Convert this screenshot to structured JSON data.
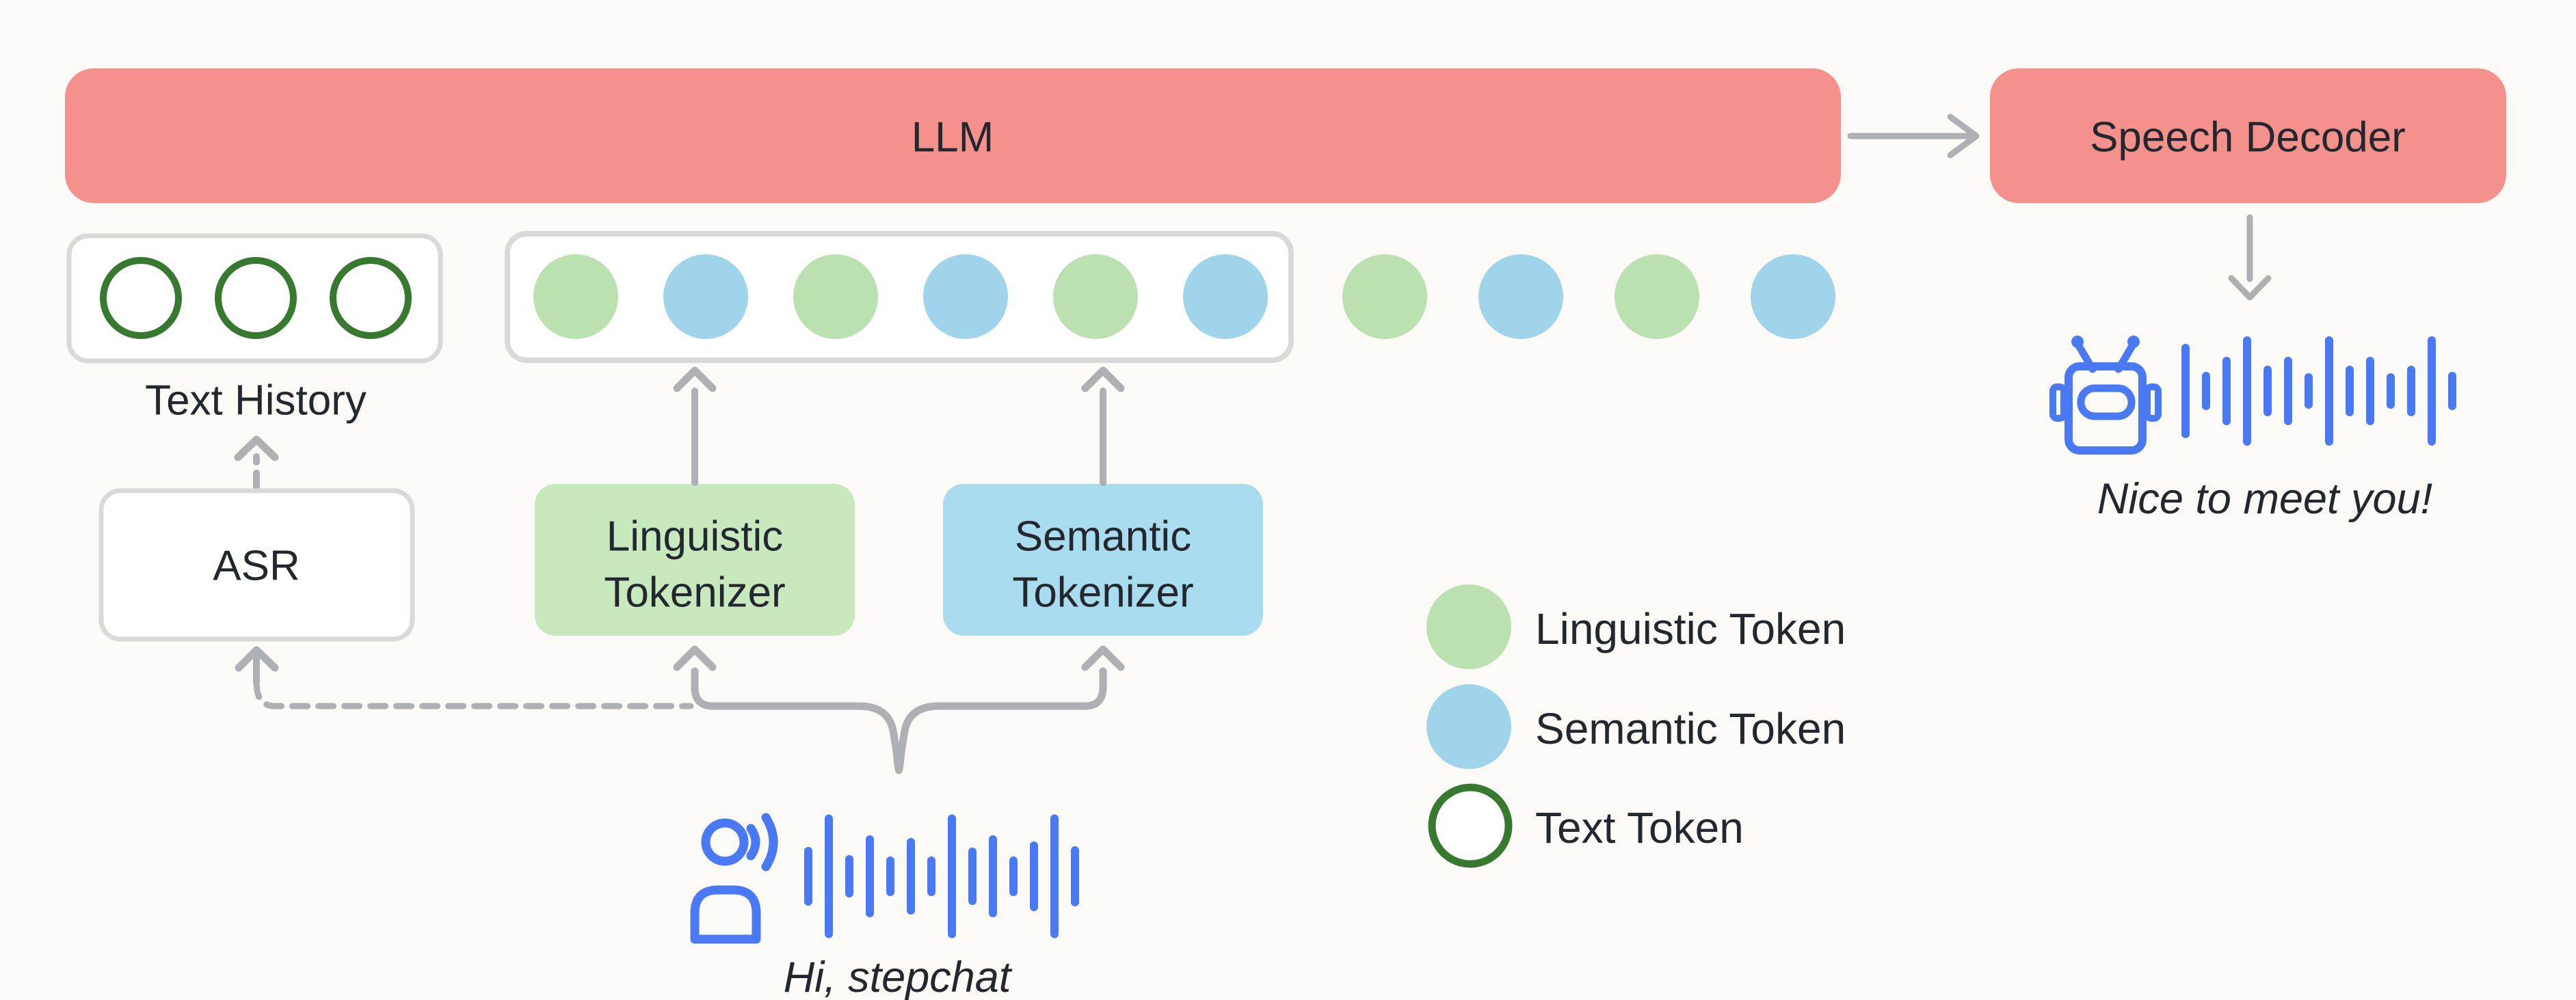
{
  "colors": {
    "background": "#FBFAF7",
    "salmon": "#F4918C",
    "linguistic-green": "#BCE1B0",
    "linguistic-green-box": "#C8E9BE",
    "semantic-blue": "#A0D4EA",
    "semantic-blue-box": "#A9DCEE",
    "text-token-green": "#36792F",
    "arrow-gray": "#AEB0B4",
    "border-gray": "#D9D9D9",
    "icon-blue": "#4A79F6",
    "text-dark": "#23272E"
  },
  "nodes": {
    "llm": {
      "label": "LLM"
    },
    "speech_decoder": {
      "label": "Speech Decoder"
    },
    "text_history": {
      "label": "Text History"
    },
    "asr": {
      "label": "ASR"
    },
    "linguistic_tokenizer": {
      "label_line1": "Linguistic",
      "label_line2": "Tokenizer"
    },
    "semantic_tokenizer": {
      "label_line1": "Semantic",
      "label_line2": "Tokenizer"
    }
  },
  "token_row": {
    "inside_box": [
      "linguistic",
      "semantic",
      "linguistic",
      "semantic",
      "linguistic",
      "semantic"
    ],
    "outside_box": [
      "linguistic",
      "semantic",
      "linguistic",
      "semantic"
    ]
  },
  "text_history_tokens": [
    "text",
    "text",
    "text"
  ],
  "legend": [
    {
      "label": "Linguistic Token",
      "swatch": "linguistic"
    },
    {
      "label": "Semantic Token",
      "swatch": "semantic"
    },
    {
      "label": "Text Token",
      "swatch": "text"
    }
  ],
  "captions": {
    "user_speech": "Hi, stepchat",
    "assistant_speech": "Nice to meet you!"
  },
  "icons": {
    "user": "person-speaking-icon",
    "user_wave": "waveform-icon",
    "assistant": "robot-icon",
    "assistant_wave": "waveform-icon"
  }
}
